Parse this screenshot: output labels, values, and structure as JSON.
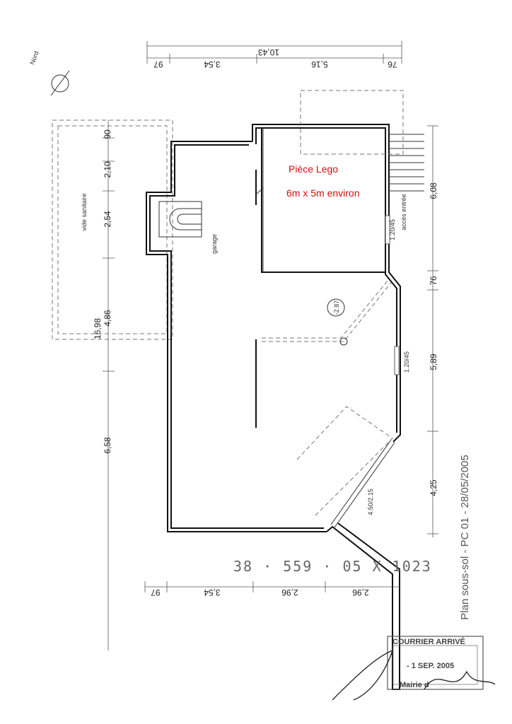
{
  "north": {
    "label": "Nord"
  },
  "top_dims": {
    "total": "10,43",
    "d1": "97",
    "d2": "3,54",
    "d3": "5,16",
    "d4": "76"
  },
  "left_dims": {
    "d1": "90",
    "d2": "2,10",
    "d3": "2,54",
    "d4": "4,86",
    "total": "16,98",
    "d5": "6,58"
  },
  "right_dims": {
    "d1": "6,08",
    "d2": "76",
    "d3": "5,89",
    "d4": "4,25"
  },
  "bottom_dims": {
    "d1": "97",
    "d2": "3,54",
    "d3": "2,96",
    "d4": "2,96"
  },
  "rooms": {
    "vide_sanitaire": "vide sanitaire",
    "garage": "garage",
    "lego_title": "Pièce Lego",
    "lego_size": "6m x 5m environ",
    "acces": "accès entrée"
  },
  "openings": {
    "window1": "1.20/45",
    "window2": "1.20/45",
    "door": "4.50/2.15",
    "level": "-2.87"
  },
  "stamp_number": "38 · 559 · 05 X 1023",
  "sheet_title": "Plan sous-sol - PC 01 - 28/05/2005",
  "stamp": {
    "line1": "COURRIER ARRIVÉ",
    "line2": "- 1 SEP. 2005",
    "line3": "Mairie d"
  },
  "colors": {
    "annotation": "#d01010",
    "lines": "#111111"
  }
}
